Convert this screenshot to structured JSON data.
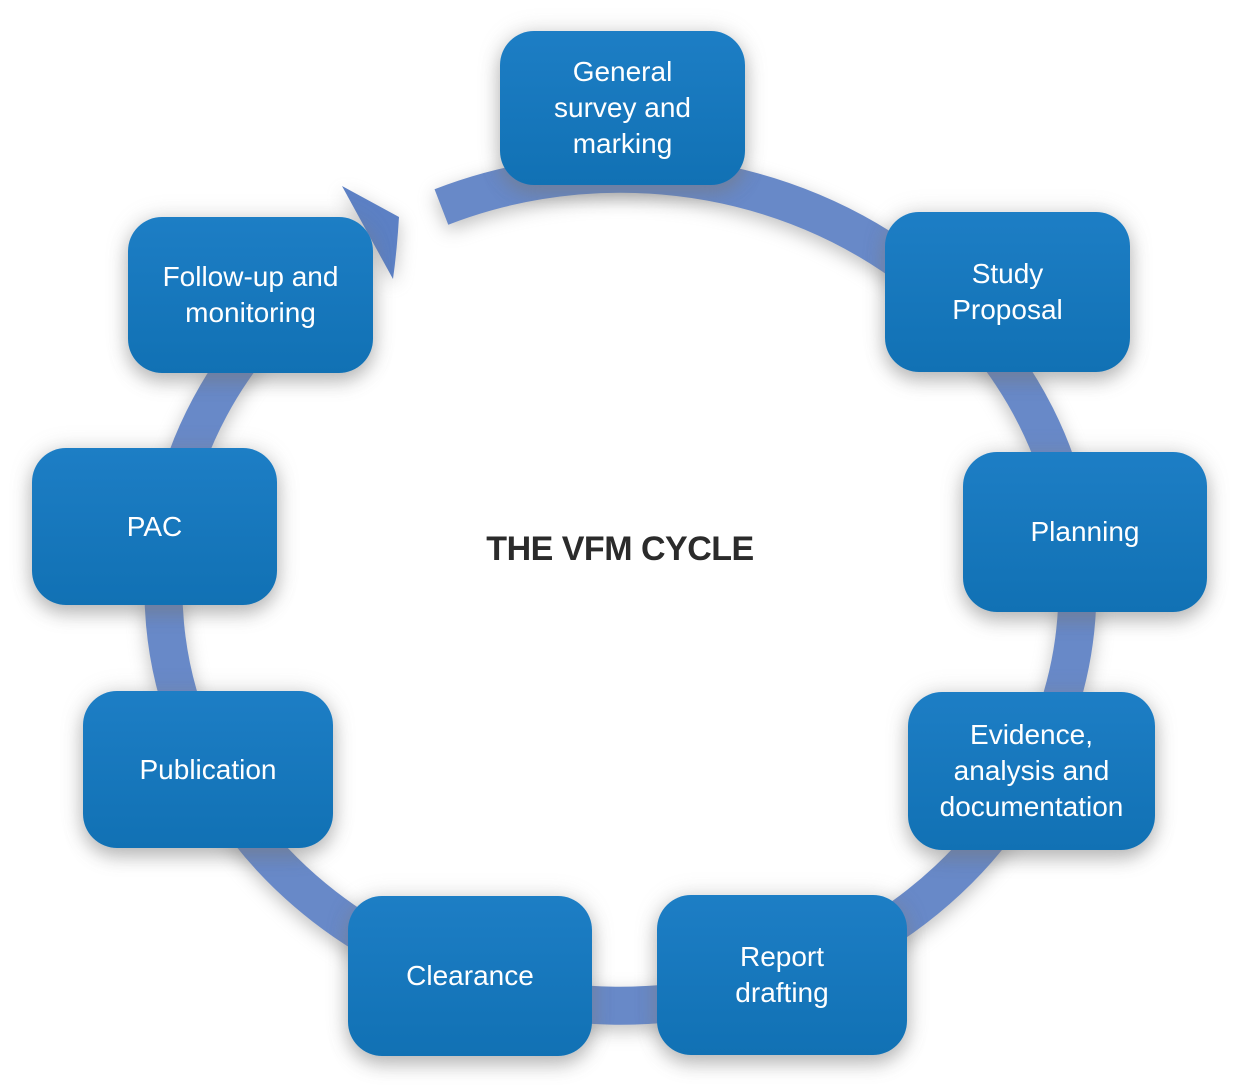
{
  "diagram": {
    "title": "THE VFM CYCLE",
    "type": "cycle",
    "direction": "clockwise",
    "colors": {
      "box-top": "#1D7EC5",
      "box-bottom": "#1171B4",
      "box-text": "#FFFFFF",
      "ring": "#6889C8",
      "arrow": "#5C80C4",
      "title": "#2B2B2B",
      "background": "#FFFFFF"
    },
    "nodes": [
      {
        "id": "general-survey",
        "label": "General\nsurvey and\nmarking"
      },
      {
        "id": "study-proposal",
        "label": "Study\nProposal"
      },
      {
        "id": "planning",
        "label": "Planning"
      },
      {
        "id": "evidence",
        "label": "Evidence,\nanalysis and\ndocumentation"
      },
      {
        "id": "report-drafting",
        "label": "Report\ndrafting"
      },
      {
        "id": "clearance",
        "label": "Clearance"
      },
      {
        "id": "publication",
        "label": "Publication"
      },
      {
        "id": "pac",
        "label": "PAC"
      },
      {
        "id": "follow-up",
        "label": "Follow-up and\nmonitoring"
      }
    ]
  }
}
